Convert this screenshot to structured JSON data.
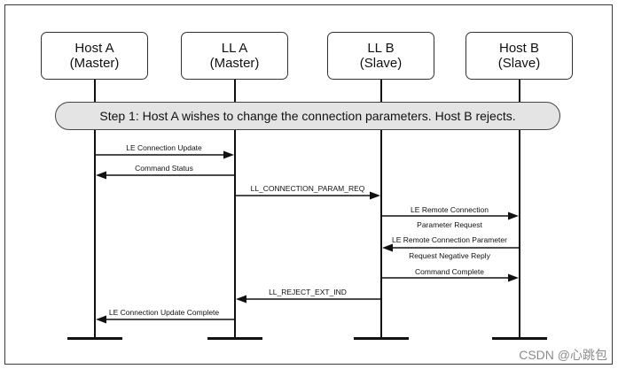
{
  "actors": [
    {
      "line1": "Host A",
      "line2": "(Master)"
    },
    {
      "line1": "LL A",
      "line2": "(Master)"
    },
    {
      "line1": "LL B",
      "line2": "(Slave)"
    },
    {
      "line1": "Host B",
      "line2": "(Slave)"
    }
  ],
  "step": "Step 1: Host A wishes to change the connection parameters. Host B rejects.",
  "messages": [
    {
      "label": "LE Connection Update",
      "from": 0,
      "to": 1
    },
    {
      "label": "Command Status",
      "from": 1,
      "to": 0
    },
    {
      "label": "LL_CONNECTION_PARAM_REQ",
      "from": 1,
      "to": 2
    },
    {
      "label": "LE Remote Connection",
      "label2": "Parameter Request",
      "from": 2,
      "to": 3
    },
    {
      "label": "LE Remote Connection Parameter",
      "label2": "Request Negative Reply",
      "from": 3,
      "to": 2
    },
    {
      "label": "Command Complete",
      "from": 2,
      "to": 3
    },
    {
      "label": "LL_REJECT_EXT_IND",
      "from": 2,
      "to": 1
    },
    {
      "label": "LE Connection Update Complete",
      "from": 1,
      "to": 0
    }
  ],
  "watermark": "CSDN @心跳包"
}
